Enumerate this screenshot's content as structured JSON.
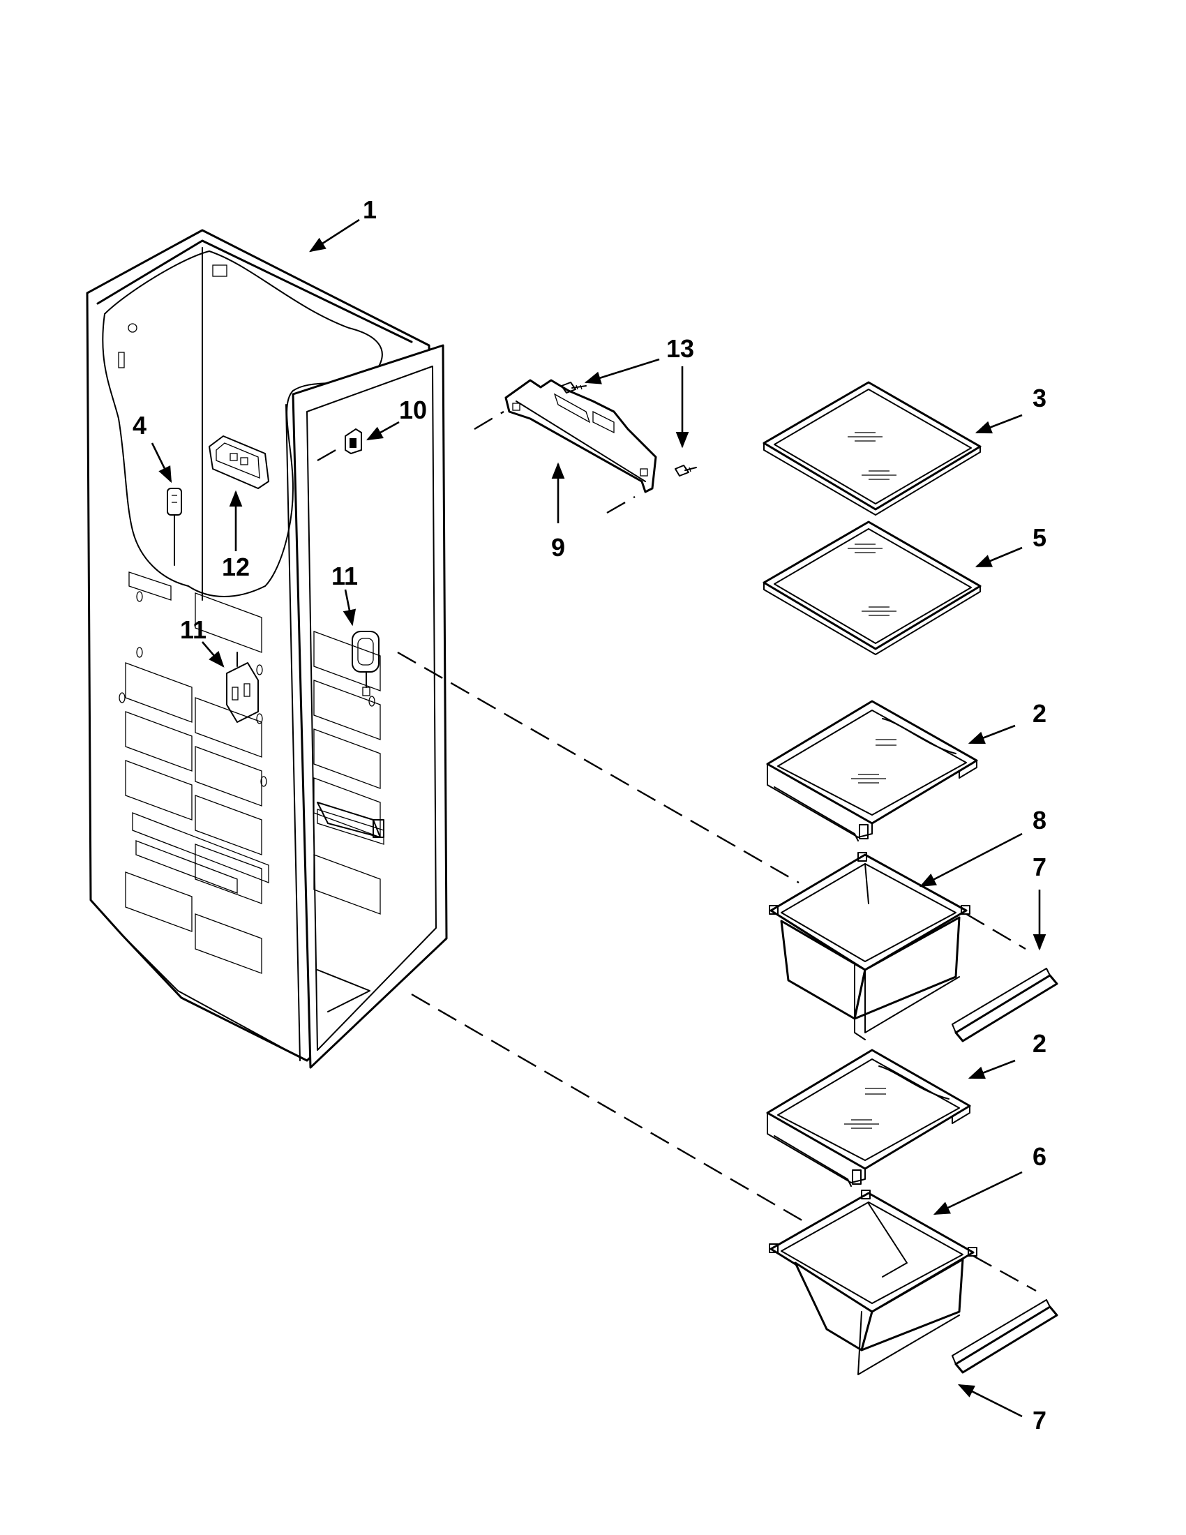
{
  "callouts": [
    {
      "id": "c1",
      "label": "1"
    },
    {
      "id": "c2a",
      "label": "2"
    },
    {
      "id": "c2b",
      "label": "2"
    },
    {
      "id": "c3",
      "label": "3"
    },
    {
      "id": "c4",
      "label": "4"
    },
    {
      "id": "c5",
      "label": "5"
    },
    {
      "id": "c6",
      "label": "6"
    },
    {
      "id": "c7a",
      "label": "7"
    },
    {
      "id": "c7b",
      "label": "7"
    },
    {
      "id": "c8",
      "label": "8"
    },
    {
      "id": "c9",
      "label": "9"
    },
    {
      "id": "c10",
      "label": "10"
    },
    {
      "id": "c11a",
      "label": "11"
    },
    {
      "id": "c11b",
      "label": "11"
    },
    {
      "id": "c12",
      "label": "12"
    },
    {
      "id": "c13",
      "label": "13"
    }
  ]
}
